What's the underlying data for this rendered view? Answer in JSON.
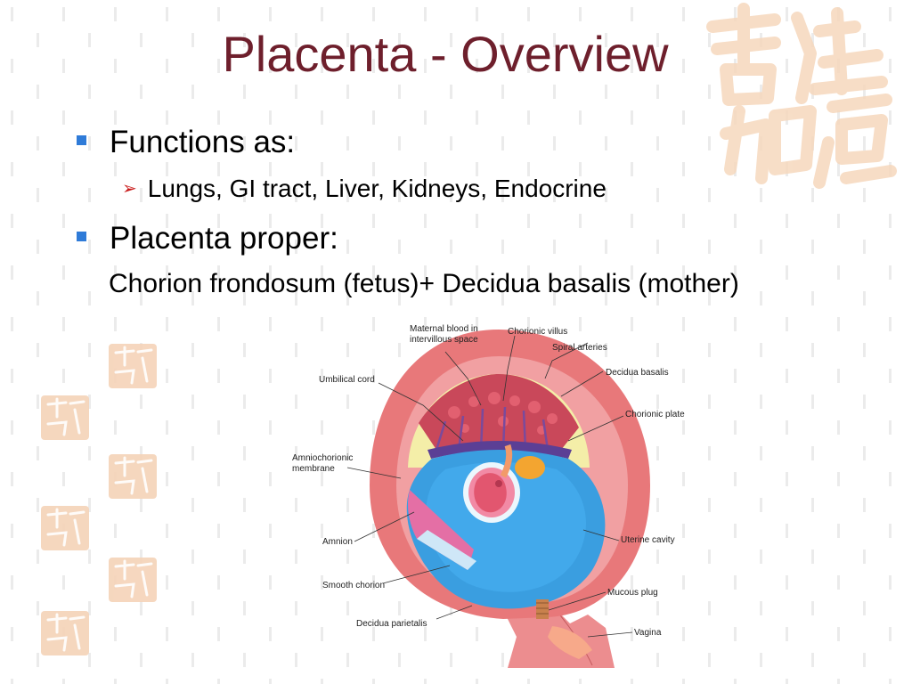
{
  "slide": {
    "title": "Placenta - Overview",
    "bullets": [
      {
        "text": "Functions as:"
      },
      {
        "text": "Lungs, GI tract, Liver, Kidneys, Endocrine"
      },
      {
        "text": "Placenta proper:"
      },
      {
        "text": "Chorion frondosum (fetus)+ Decidua basalis (mother)"
      }
    ]
  },
  "diagram": {
    "labels": {
      "maternal_blood_1": "Maternal blood in",
      "maternal_blood_2": "intervillous space",
      "chorionic_villus": "Chorionic villus",
      "spiral_arteries": "Spiral arteries",
      "decidua_basalis": "Decidua basalis",
      "umbilical_cord": "Umbilical cord",
      "chorionic_plate": "Chorionic plate",
      "amniochorionic_1": "Amniochorionic",
      "amniochorionic_2": "membrane",
      "amnion": "Amnion",
      "uterine_cavity": "Uterine cavity",
      "smooth_chorion": "Smooth chorion",
      "mucous_plug": "Mucous plug",
      "decidua_parietalis": "Decidua parietalis",
      "vagina": "Vagina"
    }
  },
  "colors": {
    "title": "#6e1f2c",
    "bullet_square": "#2f7bd8",
    "bullet_arrow": "#c91a1a",
    "uterine_cavity": "#3a9ee0",
    "decidua": "#e8787a",
    "watermark": "#f5d9c0"
  }
}
